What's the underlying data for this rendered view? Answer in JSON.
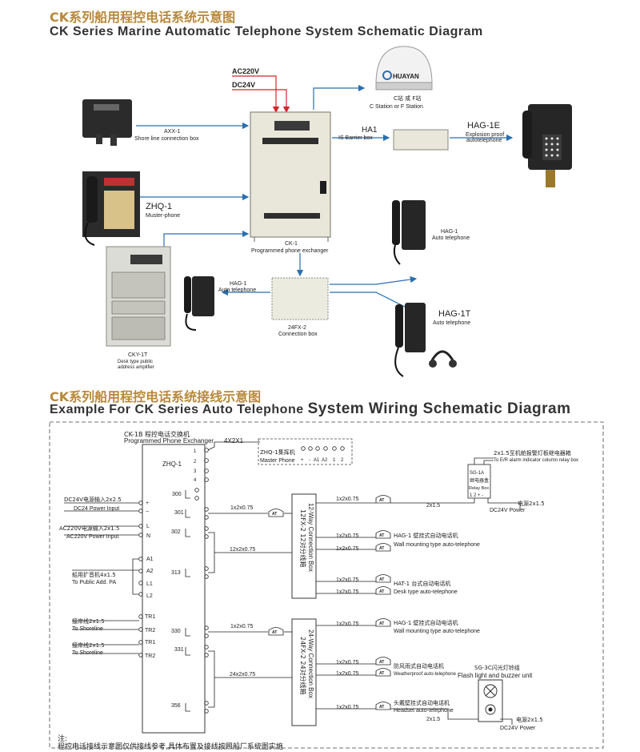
{
  "titles": {
    "top_cn": "CK系列船用程控电话系统示意图",
    "top_en": "CK Series Marine Automatic Telephone System Schematic Diagram",
    "bottom_cn": "CK系列船用程控电话系统接线示意图",
    "bottom_en_small": "Example For CK Series Auto Telephone ",
    "bottom_en_big": "System Wiring Schematic Diagram"
  },
  "top_diagram": {
    "power_ac": "AC220V",
    "power_dc": "DC24V",
    "antenna_brand": "HUAYAN",
    "antenna_cn": "C站 或 F站",
    "antenna_en": "C Station or F Station",
    "shore_box_code": "AXX-1",
    "shore_box_desc": "Shore line connection box",
    "ha1_code": "HA1",
    "ha1_desc": "IS Barrier box",
    "hag1e_code": "HAG-1E",
    "hag1e_desc1": "Explosion proof",
    "hag1e_desc2": "autotelephone",
    "zhq_code": "ZHQ-1",
    "zhq_desc": "Muster-phone",
    "ck1_code": "CK-1",
    "ck1_desc": "Programmed phone exchanger",
    "hag1_right_code": "HAG-1",
    "hag1_right_desc": "Auto telephone",
    "hag1_left_code": "HAG-1",
    "hag1_left_desc": "Auto telephone",
    "fx24_code": "24FX-2",
    "fx24_desc": "Connection box",
    "hag1t_code": "HAG-1T",
    "hag1t_desc": "Auto telephone",
    "cky_code": "CKY-1T",
    "cky_desc1": "Desk type public",
    "cky_desc2": "address amplifier"
  },
  "wiring": {
    "exchanger_cn": "CK-1B 程控电话交换机",
    "exchanger_en": "Programmed Phone Exchanger",
    "bus_label": "4X2X1",
    "zhq_label": "ZHQ-1",
    "zhq_terms": [
      "1",
      "2",
      "3",
      "4"
    ],
    "muster_cn": "ZHQ-1集挥机",
    "muster_en": "Master Phone",
    "muster_terms": [
      "+",
      "-",
      "A1",
      "A2",
      "1",
      "2"
    ],
    "dc_in_cn": "DC24V电源输入2x2.5",
    "dc_in_en": "DC24 Power Input",
    "dc_terms": [
      "+",
      "−"
    ],
    "ac_in_cn": "AC220V电源输入2x1.5",
    "ac_in_en": "AC220V Power Input",
    "ac_terms": [
      "L",
      "N"
    ],
    "pa_cn": "船用扩音机4x1.5",
    "pa_en": "To Public Add. PA",
    "pa_terms": [
      "A1",
      "A2",
      "L1",
      "L2"
    ],
    "shore1_cn": "接岸线2x1.5",
    "shore1_en": "To Shoreline",
    "shore1_terms": [
      "TR1",
      "TR2"
    ],
    "shore2_cn": "接岸线2x1.5",
    "shore2_en": "To Shoreline",
    "shore2_terms": [
      "TR1",
      "TR2"
    ],
    "port_labels": [
      "300",
      "301",
      "302",
      "313",
      "330",
      "331",
      "356"
    ],
    "cable_2x075": "1x2x0.75",
    "cable_12": "12x2x0.75",
    "cable_24": "24x2x0.75",
    "cable_2x15": "2x1.5",
    "at_symbol": "AT",
    "box12_cn": "12FX-2 12对分线箱",
    "box12_en": "12-Way Connection Box",
    "box24_cn": "24FX-2 24对分线箱",
    "box24_en": "24-Way Connection Box",
    "relay_cn": "2x1.5至机舱报警灯板继电器箱",
    "relay_en": "To E/R alarm indicator column relay box",
    "relay_box1": "SG-1A",
    "relay_box2": "继电器盒",
    "relay_box3": "Relay Box",
    "relay_terms": "1 2 + -",
    "power_cn": "电源2x1.5",
    "power_en": "DC24V Power",
    "hag_wall_cn": "HAG-1 壁挂式自动电话机",
    "hag_wall_en": "Wall mounting  type auto-telephone",
    "hat_cn": "HAT-1 台式自动电话机",
    "hat_en": "Desk type auto-telephone",
    "hag_wall2_cn": "HAG-1 壁挂式自动电话机",
    "hag_wall2_en": "Wall mounting  type auto-telephone",
    "weather_cn": "防风雨式自动电话机",
    "weather_en": "Weatherproof auto-telephone",
    "headset_cn": "头戴壁挂式自动电话机",
    "headset_en": "Headset auto-telephone",
    "flash_cn": "SG-3C闪光灯铃组",
    "flash_en": "Flash light and buzzer unit",
    "power2_cn": "电源2x1.5",
    "power2_en": "DC24V Power",
    "note_title": "注:",
    "note_text": "程控电话接线示意图仅供接线参考,具体布置及接线按照船厂系统图实施"
  },
  "colors": {
    "title_cn": "#b8893a",
    "power_line": "#d6252a",
    "signal_line": "#2a6fb0"
  }
}
